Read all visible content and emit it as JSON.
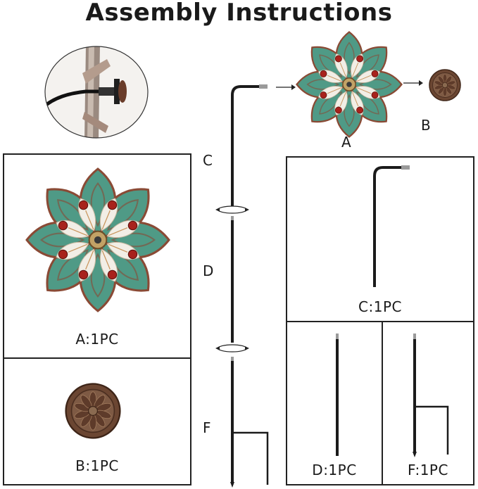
{
  "title": "Assembly Instructions",
  "parts": {
    "a_label": "A",
    "b_label": "B",
    "c_label": "C",
    "d_label": "D",
    "f_label": "F"
  },
  "captions": {
    "a": "A:1PC",
    "b": "B:1PC",
    "c": "C:1PC",
    "d": "D:1PC",
    "f": "F:1PC"
  },
  "colors": {
    "petal": "#4f9a86",
    "petal_rust": "#8a4a35",
    "petal_inner": "#f2eee6",
    "bead": "#a8221c",
    "rod": "#1b1b1b",
    "medallion": "#6b4632"
  }
}
